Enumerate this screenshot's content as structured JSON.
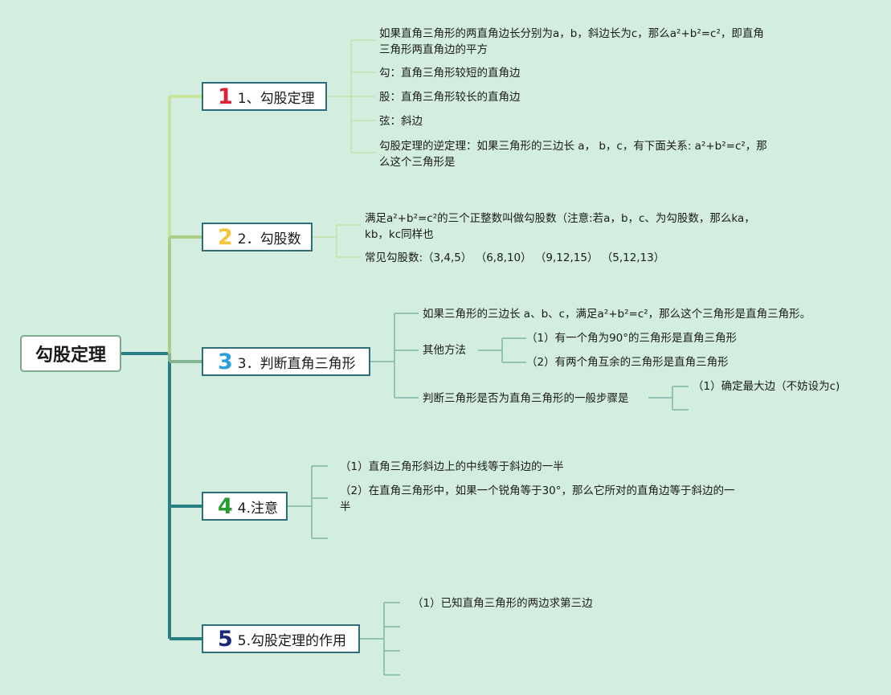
{
  "root": {
    "label": "勾股定理"
  },
  "branches": [
    {
      "num": "1",
      "label": "1、勾股定理",
      "num_color": "#d9233a",
      "leaves": [
        "如果直角三角形的两直角边长分别为a，b，斜边长为c，那么a²+b²=c²，即直角三角形两直角边的平方",
        "勾：直角三角形较短的直角边",
        "股：直角三角形较长的直角边",
        "弦：斜边",
        "勾股定理的逆定理：如果三角形的三边长 a，  b，c，有下面关系: a²+b²=c²，那么这个三角形是"
      ]
    },
    {
      "num": "2",
      "label": "2．勾股数",
      "num_color": "#f2c53a",
      "leaves": [
        "满足a²+b²=c²的三个正整数叫做勾股数（注意:若a，b，c、为勾股数，那么ka，kb，kc同样也",
        "常见勾股数:（3,4,5）  （6,8,10）  （9,12,15）  （5,12,13）"
      ]
    },
    {
      "num": "3",
      "label": "3．判断直角三角形",
      "num_color": "#2a9fd8",
      "leaves": [
        "如果三角形的三边长 a、b、c，满足a²+b²=c²，那么这个三角形是直角三角形。",
        "其他方法",
        "判断三角形是否为直角三角形的一般步骤是"
      ],
      "sub_other": [
        "（1）有一个角为90°的三角形是直角三角形",
        "（2）有两个角互余的三角形是直角三角形"
      ],
      "sub_steps": [
        "（1）确定最大边（不妨设为c)"
      ]
    },
    {
      "num": "4",
      "label": "4.注意",
      "num_color": "#2a9a35",
      "leaves": [
        "（1）直角三角形斜边上的中线等于斜边的一半",
        "（2）在直角三角形中，如果一个锐角等于30°，那么它所对的直角边等于斜边的一半"
      ]
    },
    {
      "num": "5",
      "label": "5.勾股定理的作用",
      "num_color": "#1b2a78",
      "leaves": [
        "（1）已知直角三角形的两边求第三边"
      ]
    }
  ],
  "colors": {
    "background": "#d3eedf",
    "trunk": "#2a7f84",
    "branch1_line": "#c8e39a",
    "branch2_line": "#a8cf84",
    "branch3_line": "#86b596",
    "leaf_line": "#bfe3a8",
    "leaf_line_dark": "#7eb4a8",
    "node_border": "#2e6e7a"
  }
}
